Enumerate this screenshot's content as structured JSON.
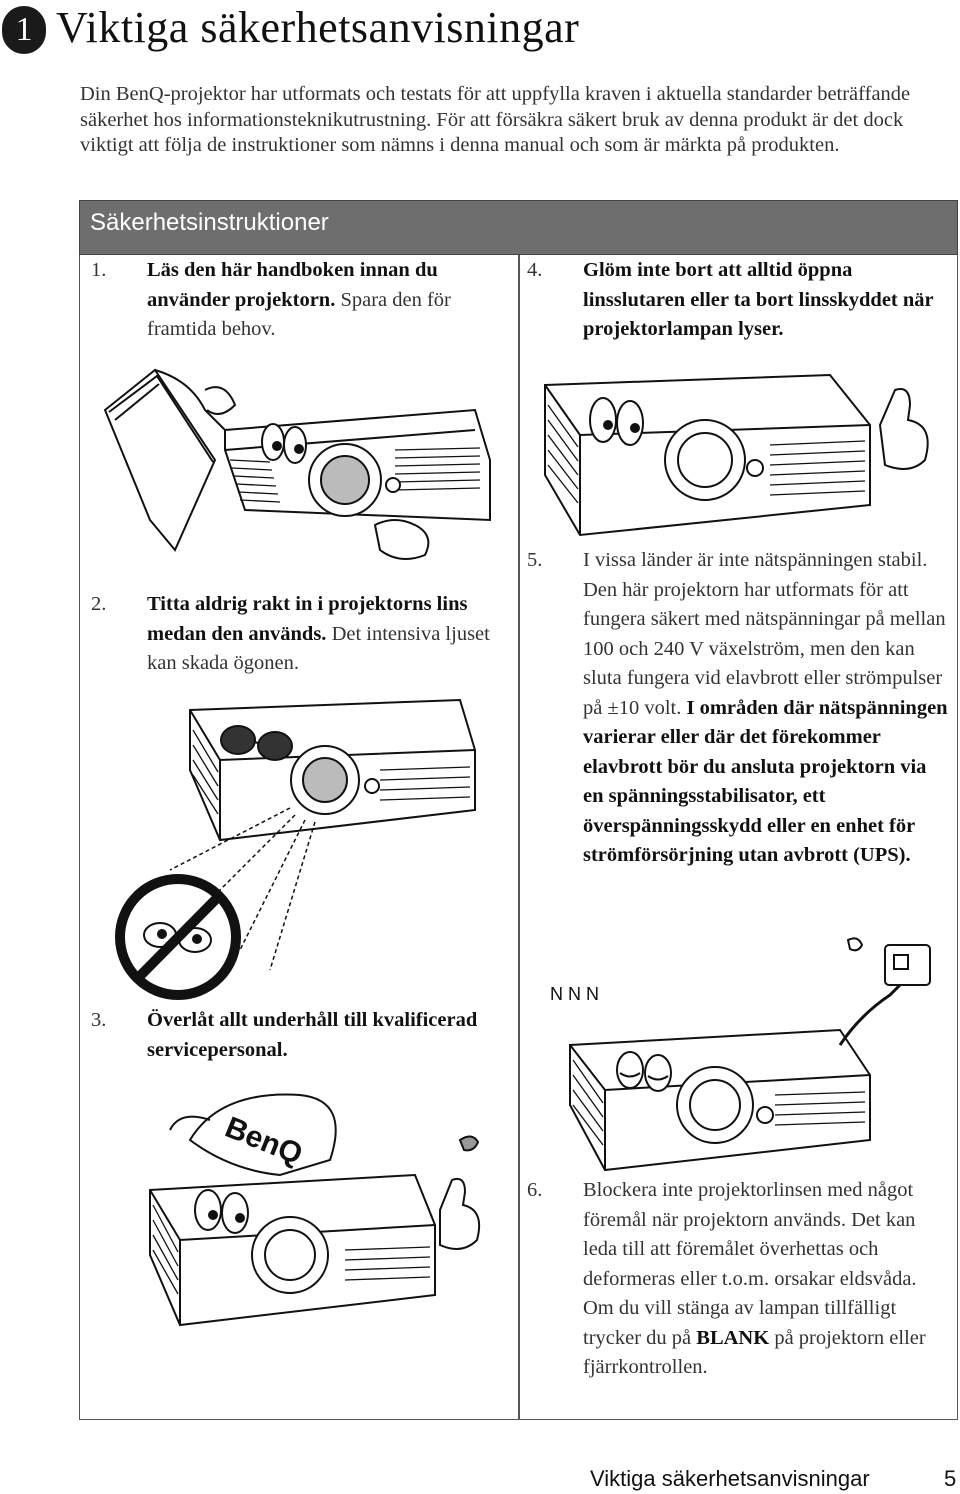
{
  "chapter_number": "1",
  "title": "Viktiga säkerhetsanvisningar",
  "intro": "Din BenQ-projektor har utformats och testats för att uppfylla kraven i aktuella standarder beträffande säkerhet hos informationsteknikutrustning. För att försäkra säkert bruk av denna produkt är det dock viktigt att följa de instruktioner som nämns i denna manual och som är märkta på produkten.",
  "section_header": "Säkerhetsinstruktioner",
  "items": [
    {
      "num": "1.",
      "bold": "Läs den här handboken innan du använder projektorn.",
      "normal": " Spara den för framtida behov."
    },
    {
      "num": "2.",
      "bold": "Titta aldrig rakt in i projektorns lins medan den används.",
      "normal": " Det intensiva ljuset kan skada ögonen."
    },
    {
      "num": "3.",
      "bold": "Överlåt allt underhåll till kvalificerad servicepersonal.",
      "normal": ""
    },
    {
      "num": "4.",
      "bold": "Glöm inte bort att alltid öppna linsslutaren eller ta bort linsskyddet när projektorlampan lyser.",
      "normal": ""
    },
    {
      "num": "5.",
      "normal": "I vissa länder är inte nätspänningen stabil. Den här projektorn har utformats för att fungera säkert med nätspänningar på mellan 100 och 240 V växelström, men den kan sluta fungera vid elavbrott eller strömpulser på ±10 volt. ",
      "bold": "I områden där nätspänningen varierar eller där det förekommer elavbrott bör du ansluta projektorn via en spänningsstabilisator, ett överspänningsskydd eller en enhet för strömförsörjning utan avbrott (UPS)."
    },
    {
      "num": "6.",
      "normal_a": "Blockera inte projektorlinsen med något föremål när projektorn används. Det kan leda till att föremålet överhettas och deformeras eller t.o.m. orsakar eldsvåda. Om du vill stänga av lampan tillfälligt trycker du på ",
      "bold": "BLANK",
      "normal_b": " på projektorn eller fjärrkontrollen."
    }
  ],
  "logo_text": "BenQ",
  "snore_text": "N N N",
  "footer": {
    "title": "Viktiga säkerhetsanvisningar",
    "page": "5"
  }
}
